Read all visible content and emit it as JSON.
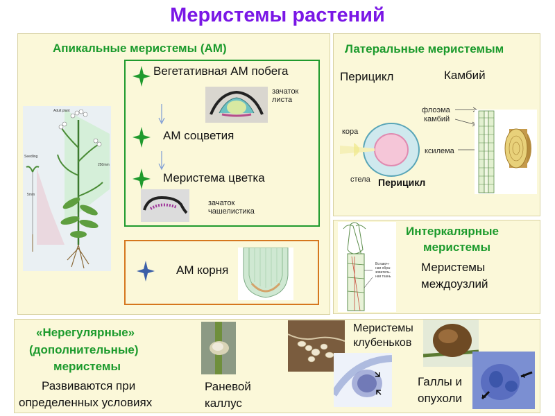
{
  "title": "Меристемы растений",
  "apical": {
    "heading": "Апикальные меристемы (АМ)",
    "plant_labels": {
      "adult": "Adult plant",
      "seedling": "Seedling",
      "size_big": "250mm",
      "size_small": "5mm"
    },
    "items": [
      {
        "label": "Вегетативная АМ побега",
        "icon": "green-star-icon",
        "note": "зачаток\nлиста"
      },
      {
        "label": "АМ соцветия",
        "icon": "green-star-icon"
      },
      {
        "label": "Меристема цветка",
        "icon": "green-star-icon",
        "note": "зачаток\nчашелистика"
      }
    ],
    "root": {
      "label": "АМ корня",
      "icon": "blue-star-icon"
    }
  },
  "lateral": {
    "heading": "Латеральные меристемым",
    "pericycle": "Перицикл",
    "cambium": "Камбий",
    "labels": {
      "kora": "кора",
      "stela": "стела",
      "pericycle_bold": "Перицикл",
      "phloem": "флоэма",
      "cambium_small": "камбий",
      "xylem": "ксилема"
    }
  },
  "intercalary": {
    "heading_line1": "Интеркалярные",
    "heading_line2": "меристемы",
    "text_line1": "Меристемы",
    "text_line2": "междоузлий",
    "annotation": "Вставоч-\nная обра-\nзователь-\nная ткань"
  },
  "irregular": {
    "heading_line1": "«Нерегулярные»",
    "heading_line2": "(дополнительные)",
    "heading_line3": "меристемы",
    "text_line1": "Развиваются при",
    "text_line2": "определенных  условиях",
    "wound_line1": "Раневой",
    "wound_line2": "каллус",
    "nodules_line1": "Меристемы",
    "nodules_line2": "клубеньков",
    "galls_line1": "Галлы и",
    "galls_line2": "опухоли"
  },
  "colors": {
    "title": "#7a17e6",
    "heading": "#1b9a2c",
    "panel_bg": "#fbf8d9",
    "green_border": "#1f9a2d",
    "orange_border": "#d5771e",
    "star_green": "#1f9a2d",
    "star_blue": "#3b5fa8"
  }
}
